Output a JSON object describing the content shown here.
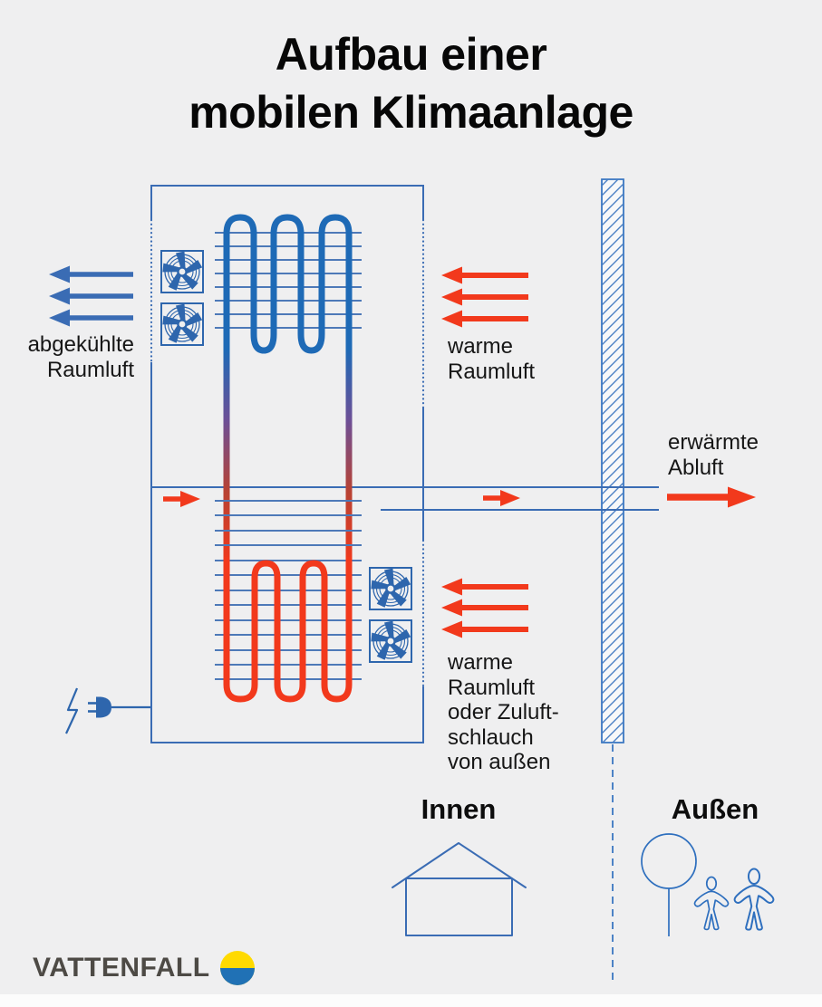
{
  "title": {
    "line1": "Aufbau einer",
    "line2": "mobilen Klimaanlage"
  },
  "labels": {
    "cooled_air": {
      "line1": "abgekühlte",
      "line2": "Raumluft"
    },
    "warm_room_air": {
      "line1": "warme",
      "line2": "Raumluft"
    },
    "exhaust_air": {
      "line1": "erwärmte",
      "line2": "Abluft"
    },
    "warm_supply": {
      "line1": "warme",
      "line2": "Raumluft",
      "line3": "oder Zuluft-",
      "line4": "schlauch",
      "line5": "von außen"
    },
    "inside": "Innen",
    "outside": "Außen"
  },
  "airflows": [
    {
      "name": "cooled room air",
      "label": "abgekühlte Raumluft",
      "arrow_color": "#3a6cb4",
      "arrow_count": 3,
      "direction": "left"
    },
    {
      "name": "warm room air (upper)",
      "label": "warme Raumluft",
      "arrow_color": "#f2391c",
      "arrow_count": 3,
      "direction": "left"
    },
    {
      "name": "exhaust air through wall",
      "label": "erwärmte Abluft",
      "arrow_color": "#f2391c",
      "arrow_count": 3,
      "direction": "right"
    },
    {
      "name": "warm room air or outside supply hose (lower)",
      "label": "warme Raumluft oder Zuluftschlauch von außen",
      "arrow_color": "#f2391c",
      "arrow_count": 3,
      "direction": "left"
    }
  ],
  "icons": {
    "fans": "fan-icon x4",
    "plug": "power-plug-icon",
    "bolt": "lightning-bolt-icon",
    "house": "house-icon",
    "tree": "tree-icon",
    "people": "person-icon x2",
    "wall": "hatched-wall",
    "logo": "vattenfall-logo-circle"
  },
  "brand": {
    "name": "VATTENFALL"
  },
  "colors": {
    "background": "#efeff0",
    "diagram_blue": "#3a6cb4",
    "coil_blue": "#1e6ab6",
    "accent_red": "#f2391c",
    "logo_yellow": "#ffda00",
    "logo_blue": "#2071b5",
    "brand_text": "#4d4a45"
  }
}
